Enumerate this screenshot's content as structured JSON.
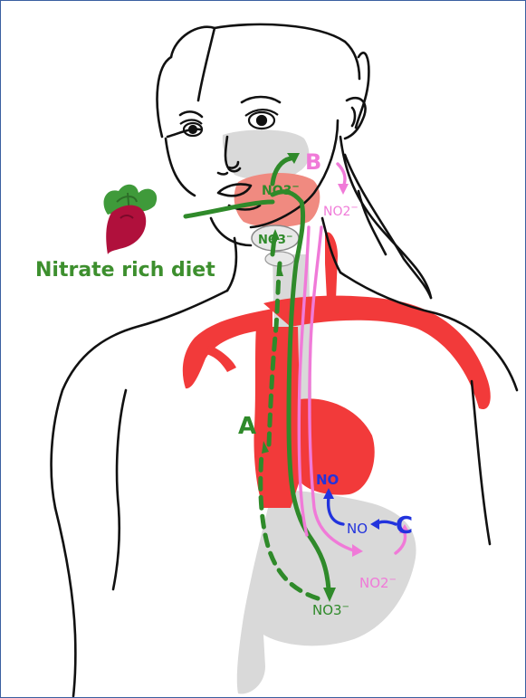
{
  "diet_label": "Nitrate rich diet",
  "labels": {
    "A": "A",
    "B": "B",
    "C": "C",
    "no3_mouth": "NO3",
    "no3_mouth_sup": "−",
    "no3_gland": "NO3",
    "no3_gland_sup": "−",
    "no2_throat": "NO2",
    "no2_throat_sup": "−",
    "no_upper": "NO",
    "no_lower": "NO",
    "no2_stomach": "NO2",
    "no2_stomach_sup": "−",
    "no3_stomach": "NO3",
    "no3_stomach_sup": "−"
  },
  "colors": {
    "green": "#2f8a2a",
    "pink": "#f07ad8",
    "blue": "#2233dd",
    "red": "#f23a3a",
    "gray": "#d9d9d9",
    "salmon": "#f08a80",
    "outline": "#111111",
    "frame": "#3a5fa0"
  }
}
